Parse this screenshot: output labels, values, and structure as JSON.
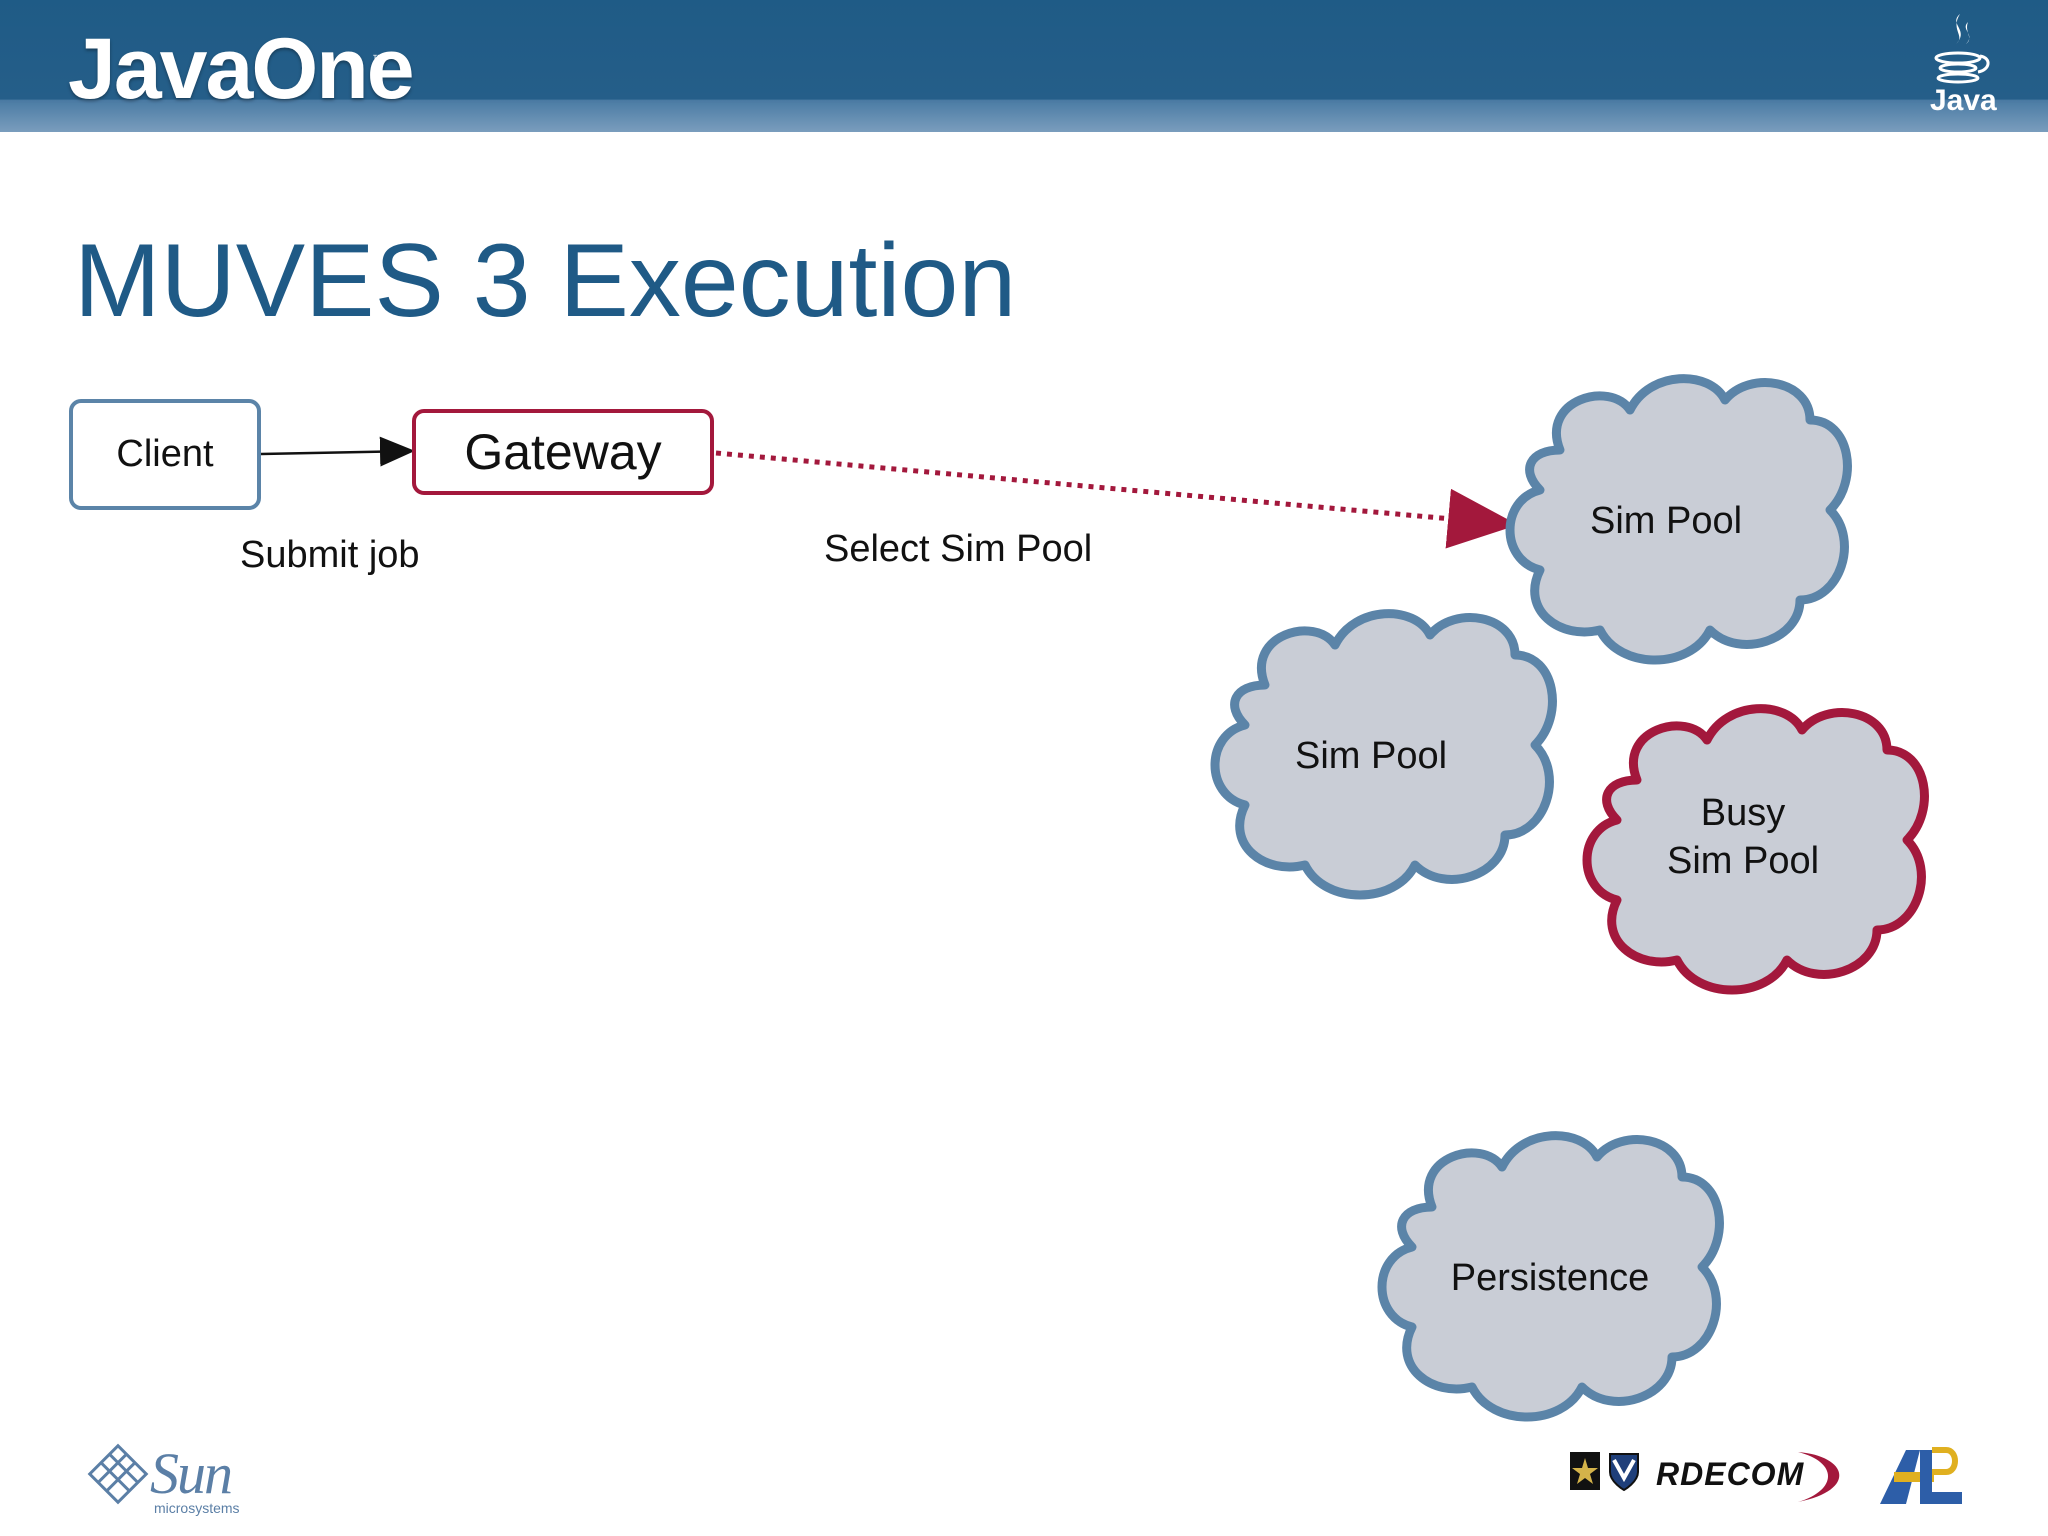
{
  "header": {
    "brand": "JavaOne",
    "java_label": "Java"
  },
  "slide": {
    "title": "MUVES 3 Execution"
  },
  "diagram": {
    "client_label": "Client",
    "gateway_label": "Gateway",
    "submit_label": "Submit job",
    "select_label": "Select Sim Pool",
    "clouds": [
      {
        "label": "Sim Pool",
        "state": "available"
      },
      {
        "label": "Sim Pool",
        "state": "available"
      },
      {
        "label": "Busy Sim Pool",
        "line1": "Busy",
        "line2": "Sim Pool",
        "state": "busy"
      },
      {
        "label": "Persistence",
        "state": "storage"
      }
    ],
    "colors": {
      "normal_border": "#5b84a8",
      "busy_border": "#a3183c",
      "cloud_fill": "#c9cdd6",
      "dotted_arrow": "#a3183c"
    }
  },
  "footer": {
    "sun_brand": "Sun",
    "sun_sub": "microsystems",
    "rdecom": "RDECOM",
    "arl": "ARL"
  }
}
